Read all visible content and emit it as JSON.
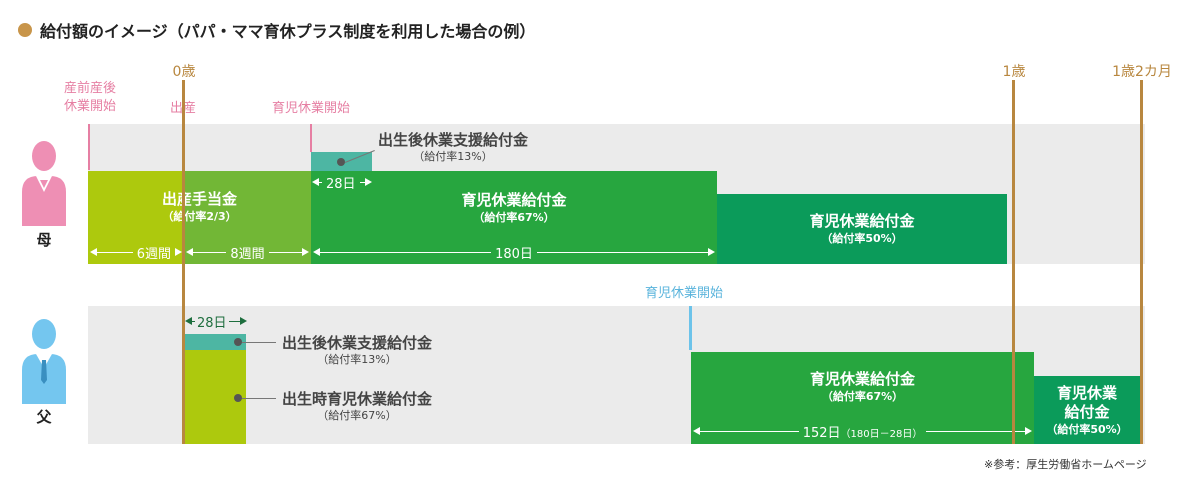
{
  "title": "給付額のイメージ（パパ・ママ育休プラス制度を利用した場合の例）",
  "timeline": {
    "age0": "0歳",
    "age1": "1歳",
    "age1_2": "1歳2カ月"
  },
  "colors": {
    "accent_gold": "#b8873f",
    "maternity_green": "#adc90d",
    "maternity_mid_green": "#72b736",
    "childcare_green": "#27a63f",
    "childcare_dark_green": "#0b9b5a",
    "postbirth_teal": "#4db6a3",
    "mother_pink": "#ee8fb4",
    "father_blue": "#74c6ef"
  },
  "mother": {
    "label": "母",
    "marker_prenatal": "産前産後\n休業開始",
    "marker_birth": "出産",
    "marker_childcare_start": "育児休業開始",
    "postbirth_benefit": {
      "name": "出生後休業支援給付金",
      "rate": "（給付率13%）",
      "days": "28日"
    },
    "maternity_benefit": {
      "name": "出産手当金",
      "rate": "（給付率2/3）"
    },
    "childcare_67": {
      "name": "育児休業給付金",
      "rate": "（給付率67%）"
    },
    "childcare_50": {
      "name": "育児休業給付金",
      "rate": "（給付率50%）"
    },
    "span_6w": "6週間",
    "span_8w": "8週間",
    "span_180": "180日"
  },
  "father": {
    "label": "父",
    "marker_childcare_start": "育児休業開始",
    "postbirth_benefit": {
      "name": "出生後休業支援給付金",
      "rate": "（給付率13%）",
      "days": "28日"
    },
    "birth_time_benefit": {
      "name": "出生時育児休業給付金",
      "rate": "（給付率67%）"
    },
    "childcare_67": {
      "name": "育児休業給付金",
      "rate": "（給付率67%）"
    },
    "childcare_50": {
      "name1": "育児休業",
      "name2": "給付金",
      "rate": "（給付率50%）"
    },
    "span_152": "152日",
    "span_152_note": "（180日－28日）"
  },
  "source": "※参考：厚生労働省ホームページ"
}
